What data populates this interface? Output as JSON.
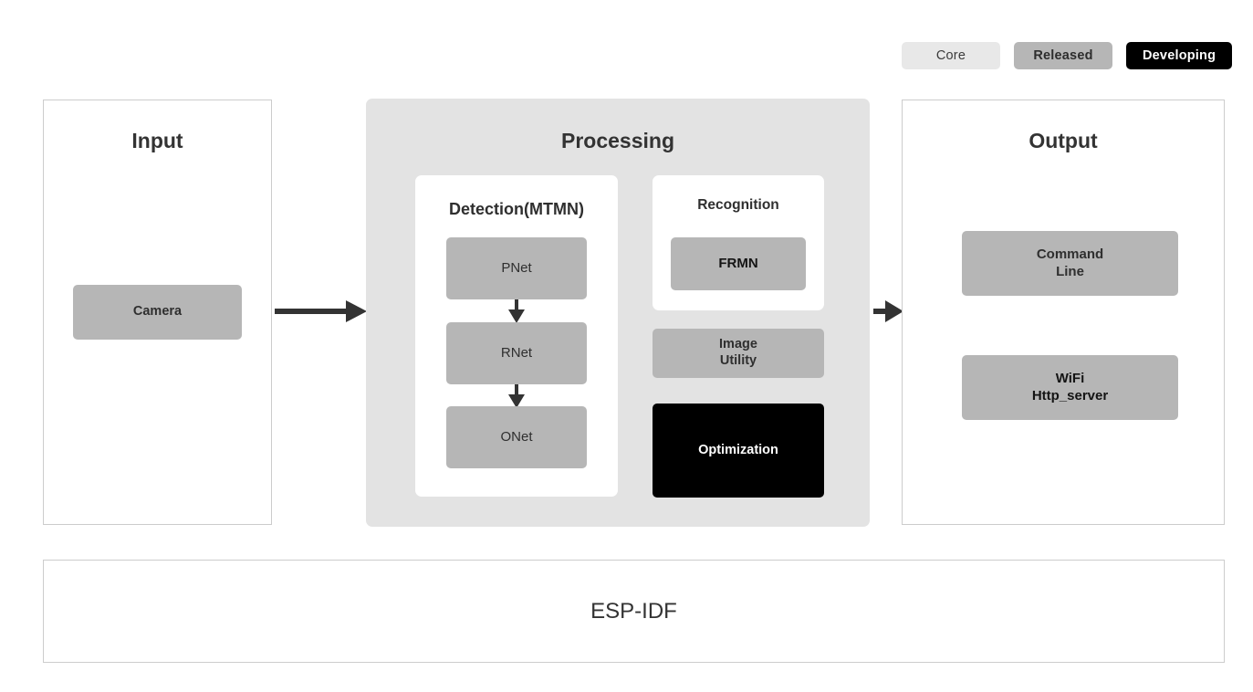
{
  "legend": {
    "items": [
      {
        "label": "Core",
        "bg": "#e8e8e8",
        "fg": "#3b3b3b"
      },
      {
        "label": "Released",
        "bg": "#b6b6b6",
        "fg": "#2d2d2d"
      },
      {
        "label": "Developing",
        "bg": "#000000",
        "fg": "#ffffff"
      }
    ]
  },
  "panels": {
    "input": {
      "title": "Input"
    },
    "processing": {
      "title": "Processing"
    },
    "output": {
      "title": "Output"
    },
    "espidf": {
      "title": "ESP-IDF"
    }
  },
  "input": {
    "nodes": [
      {
        "label": "Camera",
        "status": "Released"
      }
    ]
  },
  "processing": {
    "detection": {
      "title": "Detection(MTMN)",
      "nodes": [
        {
          "label": "PNet",
          "status": "Released"
        },
        {
          "label": "RNet",
          "status": "Released"
        },
        {
          "label": "ONet",
          "status": "Released"
        }
      ]
    },
    "recognition": {
      "title": "Recognition",
      "nodes": [
        {
          "label": "FRMN",
          "status": "Released"
        }
      ]
    },
    "standalone": [
      {
        "label_line1": "Image",
        "label_line2": "Utility",
        "status": "Released"
      },
      {
        "label_line1": "Optimization",
        "label_line2": "",
        "status": "Developing"
      }
    ]
  },
  "output": {
    "nodes": [
      {
        "label_line1": "Command",
        "label_line2": "Line",
        "status": "Released"
      },
      {
        "label_line1": "WiFi",
        "label_line2": "Http_server",
        "status": "Released"
      }
    ]
  },
  "flow": {
    "arrow_color": "#333333",
    "arrows": [
      {
        "name": "input-to-processing",
        "direction": "right"
      },
      {
        "name": "processing-to-output",
        "direction": "right"
      },
      {
        "name": "pnet-to-rnet",
        "direction": "down"
      },
      {
        "name": "rnet-to-onet",
        "direction": "down"
      }
    ]
  }
}
